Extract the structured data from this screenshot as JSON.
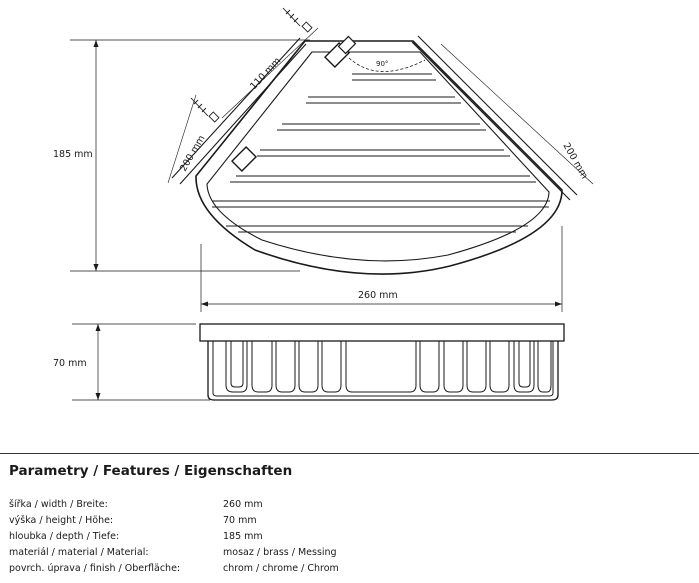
{
  "drawing": {
    "top_view": {
      "depth_label": "185 mm",
      "width_label": "260 mm",
      "side_label_left": "200 mm",
      "side_label_right": "200 mm",
      "mount_spacing_label": "110 mm",
      "angle_label": "90°"
    },
    "front_view": {
      "height_label": "70 mm"
    }
  },
  "features": {
    "title": "Parametry / Features / Eigenschaften",
    "rows": [
      {
        "label": "šířka / width / Breite:",
        "value": "260 mm"
      },
      {
        "label": "výška / height / Höhe:",
        "value": "70 mm"
      },
      {
        "label": "hloubka / depth / Tiefe:",
        "value": "185 mm"
      },
      {
        "label": "materiál / material / Material:",
        "value": "mosaz / brass / Messing"
      },
      {
        "label": "povrch. úprava / finish / Oberfläche:",
        "value": "chrom / chrome / Chrom"
      }
    ]
  }
}
